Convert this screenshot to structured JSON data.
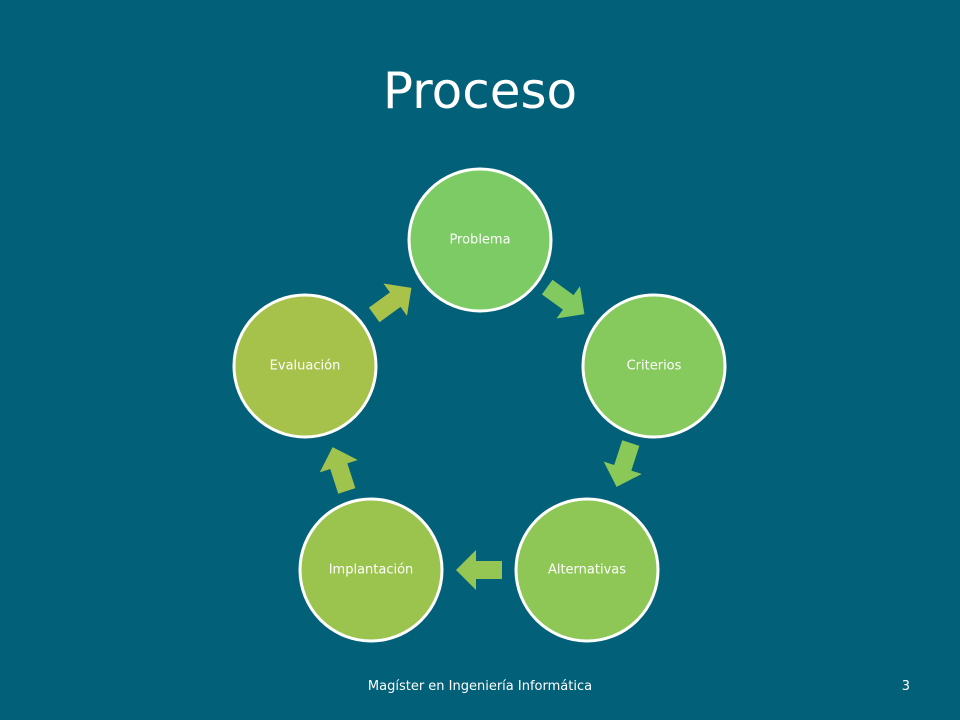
{
  "slide": {
    "title": "Proceso",
    "footer": "Magíster en Ingeniería Informática",
    "page_number": "3"
  },
  "cycle": {
    "nodes": [
      {
        "label": "Problema",
        "color": "#7dcb64"
      },
      {
        "label": "Criterios",
        "color": "#86c95c"
      },
      {
        "label": "Alternativas",
        "color": "#8ec755"
      },
      {
        "label": "Implantación",
        "color": "#9bc44f"
      },
      {
        "label": "Evaluación",
        "color": "#a6c24b"
      }
    ],
    "arrow_colors": [
      "#82ca5f",
      "#8ac858",
      "#95c552",
      "#a0c34d",
      "#a9c24a"
    ],
    "border_color": "#ffffff"
  }
}
